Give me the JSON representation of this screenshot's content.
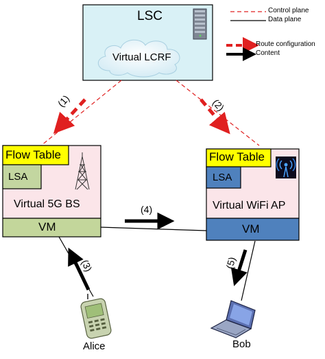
{
  "legend": {
    "control_plane": "Control plane",
    "data_plane": "Data plane",
    "route_configuration": "Route configuration",
    "content": "Content"
  },
  "lsc": {
    "title": "LSC",
    "cloud_label": "Virtual LCRF"
  },
  "steps": {
    "s1": "(1)",
    "s2": "(2)",
    "s3": "(3)",
    "s4": "(4)",
    "s5": "(5)"
  },
  "left_node": {
    "flow_table": "Flow Table",
    "lsa": "LSA",
    "name": "Virtual 5G BS",
    "vm": "VM"
  },
  "right_node": {
    "flow_table": "Flow Table",
    "lsa": "LSA",
    "name": "Virtual WiFi AP",
    "vm": "VM"
  },
  "users": {
    "alice": "Alice",
    "bob": "Bob"
  },
  "colors": {
    "lsc_fill": "#d9f1f6",
    "node_fill": "#fbe5e9",
    "flow_table": "#ffff00",
    "left_lsa": "#c3d6a0",
    "left_vm": "#c3d69b",
    "right_lsa": "#4f81bd",
    "right_vm": "#4f81bd",
    "route_red": "#e02020",
    "content_black": "#000000"
  },
  "icons": {
    "server": "server-rack-icon",
    "tower": "cell-tower-icon",
    "wifi": "wifi-antenna-icon",
    "phone": "mobile-phone-icon",
    "laptop": "laptop-icon",
    "cloud": "cloud-shape"
  }
}
